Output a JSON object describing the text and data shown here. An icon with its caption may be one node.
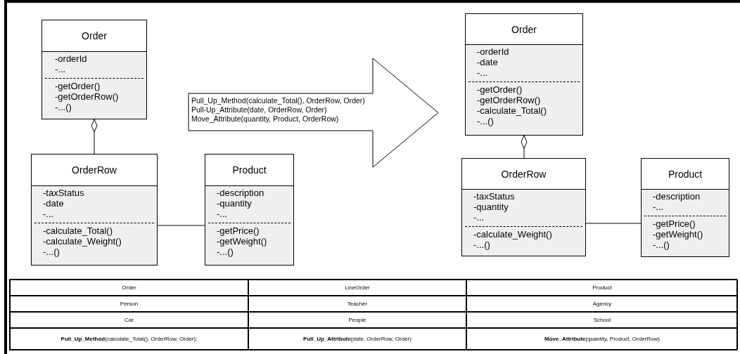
{
  "diagram": {
    "nodes": [
      {
        "text": [
          "Order",
          "-orderId -...",
          "-getOrder() -getOrderRow() -...()"
        ]
      },
      {
        "text": [
          "OrderRow",
          "-taxStatus -date -...",
          "-calculate_Total() -calculate_Weight() -...()"
        ]
      },
      {
        "text": [
          "Product",
          "-description -quantity -...",
          "-getPrice() -getWeight() -...()"
        ]
      },
      {
        "text": [
          "Pull_Up_Method(calculate_Total(), OrderRow, Order)",
          "Pull-Up_Attribute(date, OrderRow, Order)",
          "Move_Attribute(quantity, Product, OrderRow)"
        ]
      },
      {
        "text": [
          "Order",
          "-orderId -date -...",
          "-getOrder() -getOrderRow() -calculate_Total() -...()"
        ]
      },
      {
        "text": [
          "OrderRow",
          "-taxStatus -quantity -...",
          "-calculate_Weight() -...()"
        ]
      },
      {
        "text": [
          "Product",
          "-description -...",
          "-getPrice() -getWeight() -...()"
        ]
      }
    ],
    "edges": [
      {
        "from": 1,
        "to": 0,
        "arrow": "other"
      },
      {
        "from": 1,
        "to": 2,
        "arrow": "none"
      },
      {
        "from": 5,
        "to": 4,
        "arrow": "other"
      },
      {
        "from": 5,
        "to": 6,
        "arrow": "none"
      }
    ],
    "labels": [
      "Order",
      "LineOrder",
      "Product",
      "Person",
      "Teacher",
      "Agency",
      "Car",
      "People",
      "School",
      "**Pull_Up_Method**(calculate_Total(), OrderRow, Order);",
      "**Pull_Up_Attribute**(date, OrderRow, Order)",
      "**Move_Attribute**(quantity, Product, OrderRow)"
    ]
  }
}
